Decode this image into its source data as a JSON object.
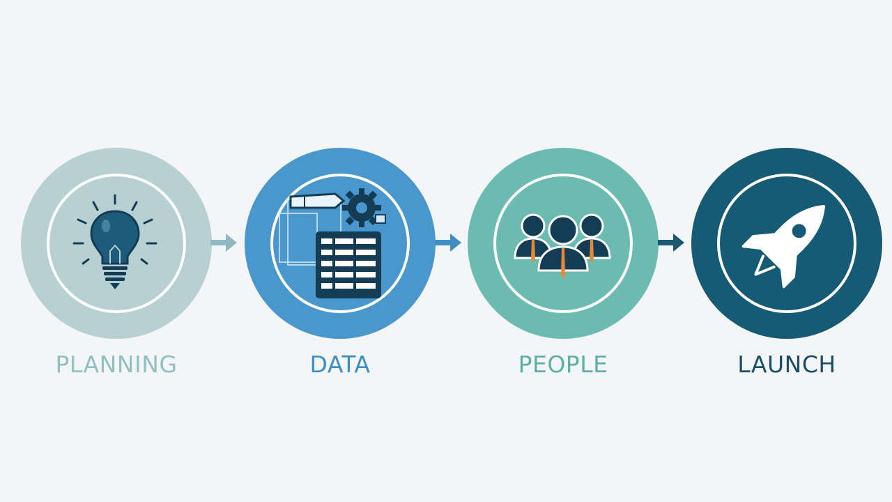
{
  "steps": [
    {
      "label": "PLANNING",
      "icon": "lightbulb-icon",
      "circle_color": "#b7d0d1",
      "label_color": "#92bfc0"
    },
    {
      "label": "DATA",
      "icon": "spreadsheet-gear-icon",
      "circle_color": "#4a97cd",
      "label_color": "#3a8fc5"
    },
    {
      "label": "PEOPLE",
      "icon": "team-icon",
      "circle_color": "#6cbbb0",
      "label_color": "#5cb0a6"
    },
    {
      "label": "LAUNCH",
      "icon": "rocket-icon",
      "circle_color": "#175a73",
      "label_color": "#1a4f66"
    }
  ],
  "colors": {
    "background": "#f4f5f6",
    "icon_dark": "#143d55",
    "arrow_light": "#8fb8c0",
    "arrow_mid": "#3f8fc0",
    "arrow_dark": "#1a5872"
  }
}
